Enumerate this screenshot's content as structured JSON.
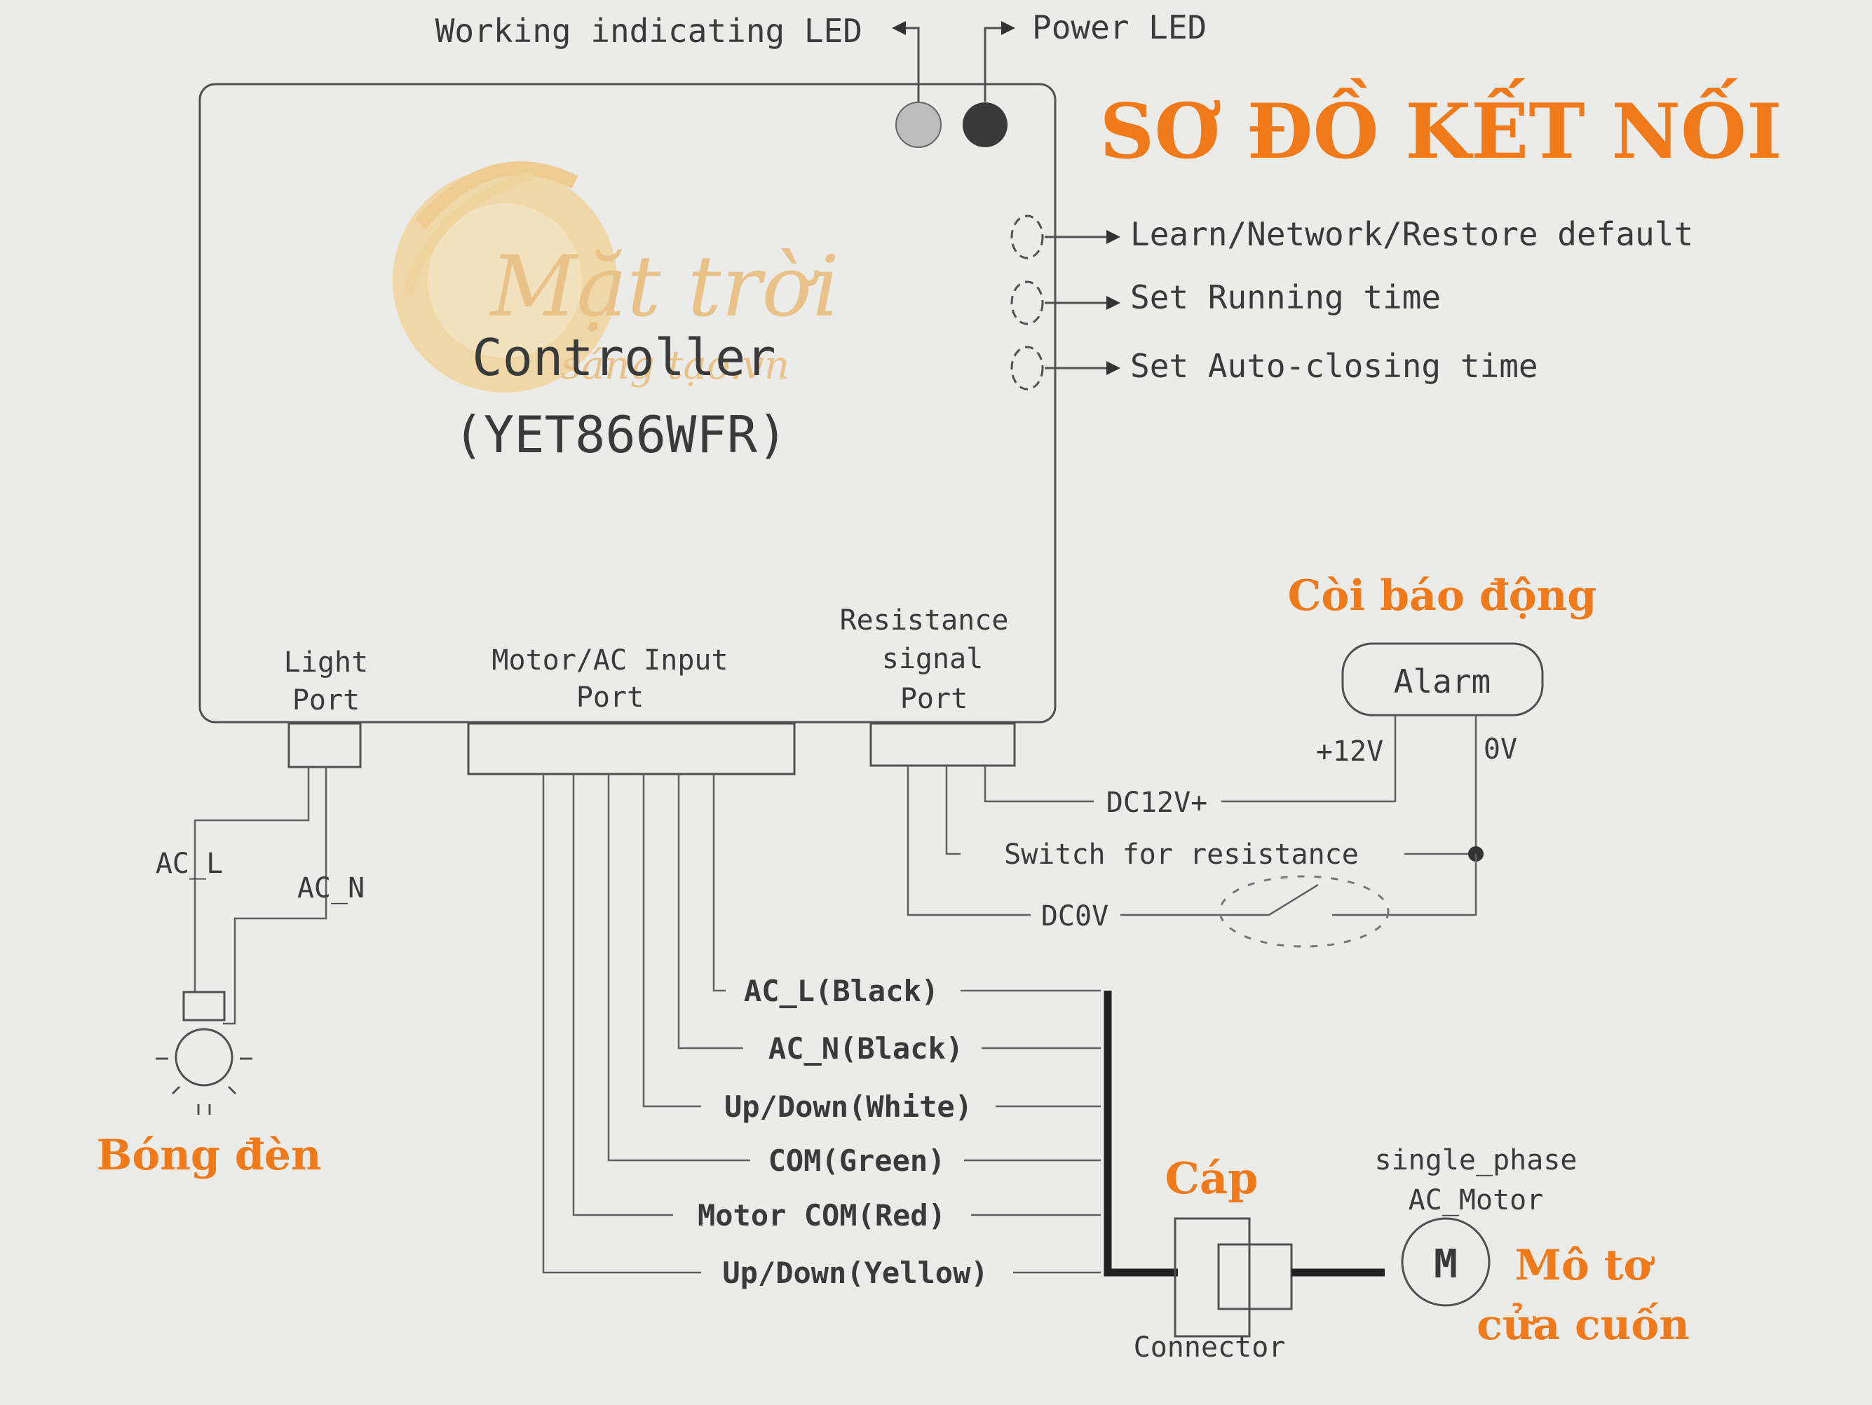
{
  "title": "SƠ ĐỒ KẾT NỐI",
  "watermark": {
    "line1": "Mặt trời",
    "line2": "sáng tạo.vn"
  },
  "controller": {
    "name": "Controller",
    "model": "(YET866WFR)"
  },
  "leds": {
    "working": "Working indicating LED",
    "power": "Power LED"
  },
  "buttons": [
    "Learn/Network/Restore default",
    "Set Running time",
    "Set Auto-closing time"
  ],
  "ports": {
    "light": [
      "Light",
      "Port"
    ],
    "motor": [
      "Motor/AC Input",
      "Port"
    ],
    "resistance": [
      "Resistance",
      "signal",
      "Port"
    ]
  },
  "light_wires": {
    "ac_l": "AC_L",
    "ac_n": "AC_N"
  },
  "alarm": {
    "heading": "Còi báo động",
    "label": "Alarm",
    "plus": "+12V",
    "zero": "0V",
    "dc12": "DC12V+",
    "switch": "Switch for resistance",
    "dc0": "DC0V"
  },
  "motor_wires": [
    "AC_L(Black)",
    "AC_N(Black)",
    "Up/Down(White)",
    "COM(Green)",
    "Motor COM(Red)",
    "Up/Down(Yellow)"
  ],
  "cable": {
    "heading": "Cáp",
    "connector": "Connector"
  },
  "motor": {
    "type_line1": "single_phase",
    "type_line2": "AC_Motor",
    "symbol": "M",
    "vn_line1": "Mô tơ",
    "vn_line2": "cửa cuốn"
  },
  "lamp": {
    "heading": "Bóng đèn"
  },
  "colors": {
    "accent": "#f07a1a",
    "ink": "#3a3a3a",
    "paper": "#ebebe9"
  }
}
